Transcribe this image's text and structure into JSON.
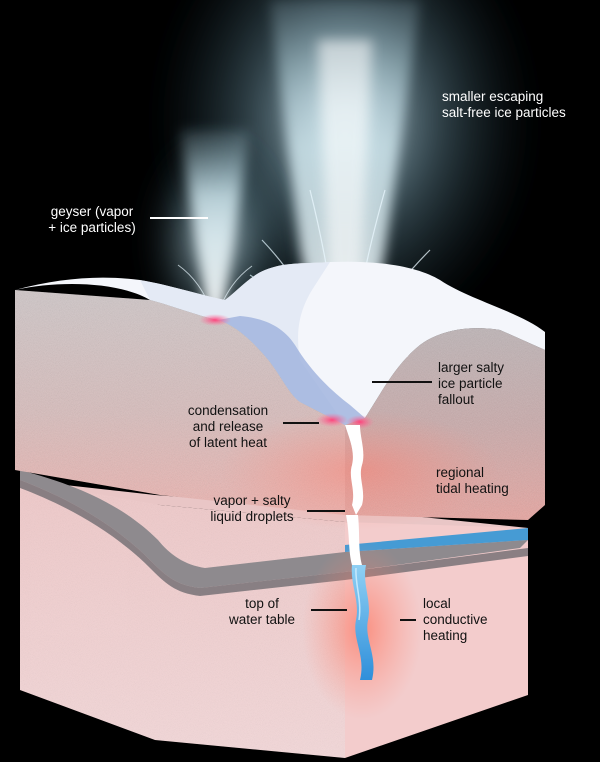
{
  "labels": {
    "escaping": "smaller escaping\nsalt-free ice particles",
    "geyser": "geyser (vapor\n+ ice particles)",
    "fallout": "larger salty\nice particle\nfallout",
    "condensation": "condensation\nand release\nof latent heat",
    "tidal": "regional\ntidal heating",
    "vapor": "vapor + salty\nliquid droplets",
    "water_table": "top of\nwater table",
    "conductive": "local\nconductive\nheating"
  },
  "colors": {
    "background": "#000000",
    "plume": "#dff3fa",
    "snow": "#f4f6fb",
    "granular_ice": "#c9c0c2",
    "warm_ice": "#f2a6a0",
    "cold_ice": "#f4d3d4",
    "crack_gray": "#8e8a8e",
    "liquid_water": "#4aa8e8",
    "condensation": "#e8507a"
  }
}
